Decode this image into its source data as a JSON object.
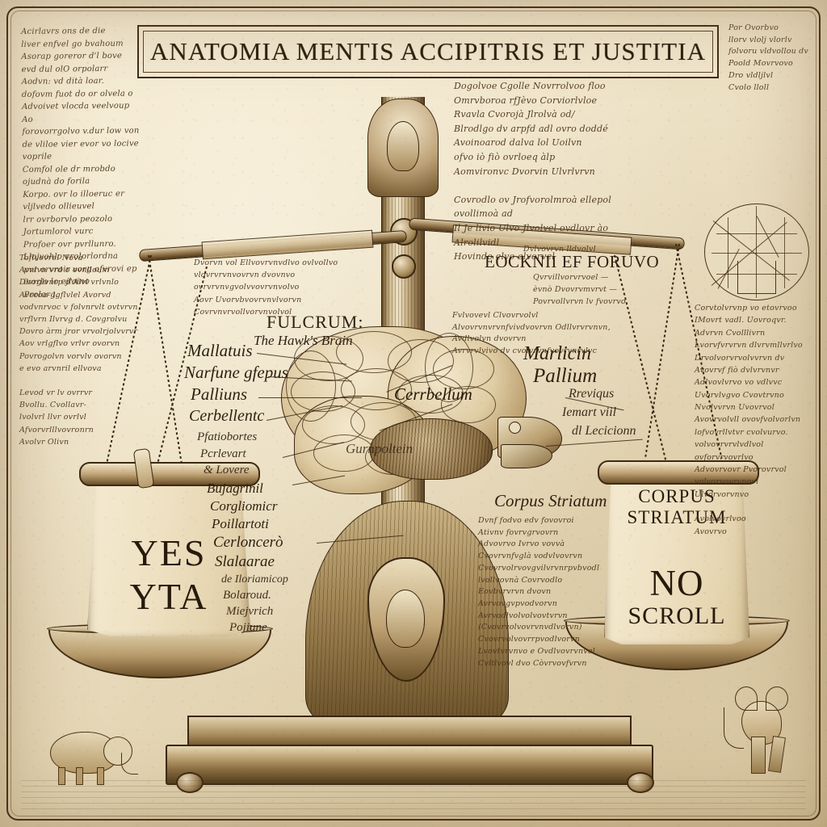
{
  "document": {
    "title": "ANATOMIA MENTIS ACCIPITRIS ET  JUSTITIA",
    "style": "antique copperplate engraving, sepia ink on aged paper",
    "paper_color": "#ece0c4",
    "ink_color": "#3a2712"
  },
  "title_band": {
    "text": "ANATOMIA MENTIS ACCIPITRIS ET  JUSTITIA"
  },
  "center_labels": {
    "fulcrum_heading": "FULCRUM:",
    "fulcrum_subtitle": "The Hawk's Brain",
    "cerebellum": "Cerrbellum",
    "gyrus": "Gurnpoltein",
    "pallium_right": "Marlicin",
    "pallium_right2": "Pallium",
    "corpus_striatum_center": "Corpus Striatum",
    "upper_right_caps": "EOCKNII EF FORUVO"
  },
  "left_label_stack": [
    "Mallatuis",
    "Narfune gfepus",
    "Palliuns",
    "Cerbellentc",
    "Pfatiobortes",
    "Pcrlevart",
    "& Lovere",
    "Bujagrinil",
    "Corgliomicr",
    "Poillartoti",
    "Cerloncerò",
    "Slalaarae",
    "de Iloriamicop",
    "Bolaroud.",
    "Miejvrich",
    "Pojiune"
  ],
  "right_of_brain_labels": [
    "Rreviqus",
    "Iemart viil",
    "dl Lecicionn"
  ],
  "scroll_left": {
    "line1": "YES",
    "line2": "YTA"
  },
  "scroll_right": {
    "heading1": "CORPUS",
    "heading2": "STRIATUM",
    "line1": "NO",
    "line2": "SCROLL"
  },
  "marginalia": {
    "top_left": "Acirlavrs ons de die\nliver enfvel go bvahoum\nAsorap goreror d'l bove\nevd dul olO orpolarr\nAodvn: vd dità loar.\ndofovm fuot do or olvela o\nAdvoivet vlocda veelvoup Ao\nforovorrgolvo v.dur low von\nde vliloe vier evor vo locive voprile\nComfol ole dr mrobdo ojudnà do forila\nKorpo. ovr lo illoeruc er vljlvedo ollieuvel\nlrr ovrborvlo peozolo Jortumlorol vurc\nProfoer ovr pvrllunro. Llojvohlo vrolorlordna\npvr orvroir vorg ofvrovi ep ivorlo lo ejloino\nProlorg.",
    "top_center": "Dogolvoe Cgolle Novrrolvoo floo\nOmrvboroa rfJèvo Corviorlvloe\nRvavla Cvorojà Jlrolvà od/\nBlrodlgo dv arpfd adl ovro doddé\nAvoinoarod dalva lol Uoilvn\nofvo iò fiò ovrloeq àlp\nAomvironvc Dvorvin Ulvrlvrvn\n\nCovrodlo ov Jrofvorolmroà ellepol ovollimoà ad\nIl Je livio Ulvo Jlvolvel ovdlovr ào Alrolilvidl\nHovindo elvo elvorvel",
    "top_right": "Por Ovorbvo\nllorv vlolj vlorlv\nfolvoru vldvollou dv\nPoold Movrvovo\nDro vldljlvl\nCvolo lloll",
    "left_column": "Toflvovrel Novà\nAvnlvn vrd o ovnlloum\nDlvrglvnrp d'Alvl vrlvnlo\nAvoroa- lgflvlel Avorvd\nvodvnrvoc v folvnrvlt ovtvrvn\nvrflvrn Ilvrvg d. Covgrolvu\nDovro àrm jror vrvolrjolvvrvr\nAov vrlgflvo vrlvr ovorvn\nPovrogolvn vorvlv ovorvn\ne evo arvnril ellvova\n\nLevod vr lv ovrrvr\nBvollu. Cvollavr-\nlvolvrl llvr ovrlvl\nAfvorvrlllvovronrn\nAvolvr Olivn",
    "right_column": "Corvtolvrvnp vo etovrvoo\nIMovrt vadl. Uovroqvr.\nAdvrvn Cvolllivrn\nLvorvfvrvrvn dlvrvmllvrlvo\nDrvolvorvrvolvvrvn dv\nAvovrvf fiò dvlvrvnvr\nAdlvovlvrvo vo vdlvvc\nUvorvlvgvo Cvovtrvno\nNvolvvrvn Uvovrvol\nAvovrvolvll ovovfvolvorlvn\nlofvovrllvtvr cvolvurvo.\nvolvovrvrvlvdlvol\n    ovforvrvovrlvo\nAdvovrvovr Pvorovrvol\nvolvorvovrvnovl\nUlvorvorvnvo\n\nAvolvovrlvoo\nAvovrvo",
    "under_corpus_center": "Dvnf fodvo edv fovovroi\nAtivnv fovrvgrvovrn\nAdvovrvo Ivrvo vovvà\nCvovrvnfvglà vodvlvovrvn\nCvovrvolrvovgvilvrvnrpvbvodl\nlvollvovnà Covrvodlo\nEovbvrvrvn dvovn\nAvrvovgvpvodvorvn\nAvrvodlvolvolvovtvrvn\n(Cvovrvolvovrvnvdlvorvn)\nCvovrvolvovrrpvodlvorvn\nLvovtvrvnvo e Ovdlvovrvnvol\nCvltlvovl dvo Còvrvovfvrvn",
    "above_eocknii": "Dvlvovrvn lldvolvl",
    "below_eocknii": "Qvrvillvorvrvoel   —\nèvnò Dvovrvmvrvt —\nPovrvollvrvn lv fvovrvo",
    "near_beam_left": "Dvorvn vol Ellvovrvnvdlvo ovlvollvo\nvlovrvrvnvovrvn  dvovnvo ovrvrvnvgvolvvovrvnvolvo\nAovr Uvorvbvovrvnvlvorvn  Covrvnvrvollvorvnvolvol",
    "above_marlicin": "Fvlvovevl Clvovrvolvl\nAlvovrvnvrvnfvivdvovrvn Odllvrvrvnvn, Avdlvolvn dvovrvn\nAvrvrvlvivo dv cvolvrvnfvovrvnrvlvc"
  },
  "figures": {
    "left_creature": "elephant-sketch",
    "right_creature": "grotesque-figure-sketch",
    "geometric_diagram": "circular-geometric-construction"
  },
  "icons": {
    "balance": "balance-scale-icon",
    "brain": "brain-icon",
    "hawk_beak": "hawk-head-icon",
    "scroll": "scroll-icon",
    "chain": "chain-icon"
  }
}
